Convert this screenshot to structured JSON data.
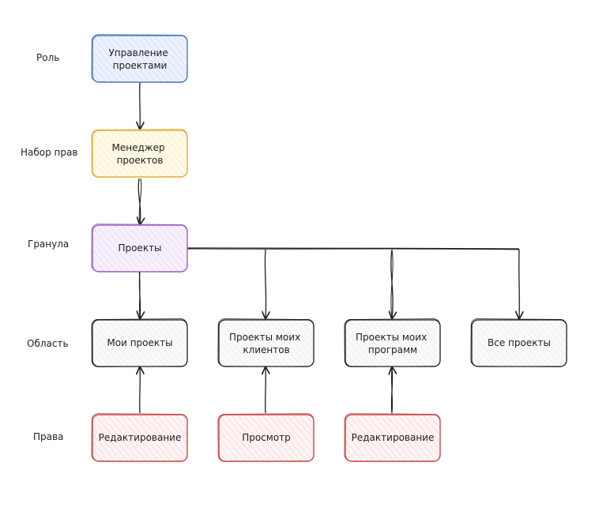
{
  "row_labels": {
    "role": "Роль",
    "permission_set": "Набор прав",
    "granule": "Гранула",
    "scope": "Область",
    "rights": "Права"
  },
  "nodes": {
    "role": {
      "lines": [
        "Управление",
        "проектами"
      ]
    },
    "permission_set": {
      "lines": [
        "Менеджер",
        "проектов"
      ]
    },
    "granule": {
      "lines": [
        "Проекты"
      ]
    },
    "scope_my": {
      "lines": [
        "Мои проекты"
      ]
    },
    "scope_clients": {
      "lines": [
        "Проекты моих",
        "клиентов"
      ]
    },
    "scope_programs": {
      "lines": [
        "Проекты моих",
        "программ"
      ]
    },
    "scope_all": {
      "lines": [
        "Все проекты"
      ]
    },
    "right_edit_1": {
      "lines": [
        "Редактирование"
      ]
    },
    "right_view": {
      "lines": [
        "Просмотр"
      ]
    },
    "right_edit_2": {
      "lines": [
        "Редактирование"
      ]
    }
  },
  "colors": {
    "role_stroke": "#4a78c8",
    "role_fill": "#dbe4ff",
    "set_stroke": "#e0b13a",
    "set_fill": "#fff3bf",
    "granule_stroke": "#9c5fc6",
    "granule_fill": "#eee0fa",
    "scope_stroke": "#1e1e1e",
    "scope_fill": "#f1f1f1",
    "right_stroke": "#c94a4a",
    "right_fill": "#ffe3e3",
    "edge": "#1e1e1e"
  }
}
